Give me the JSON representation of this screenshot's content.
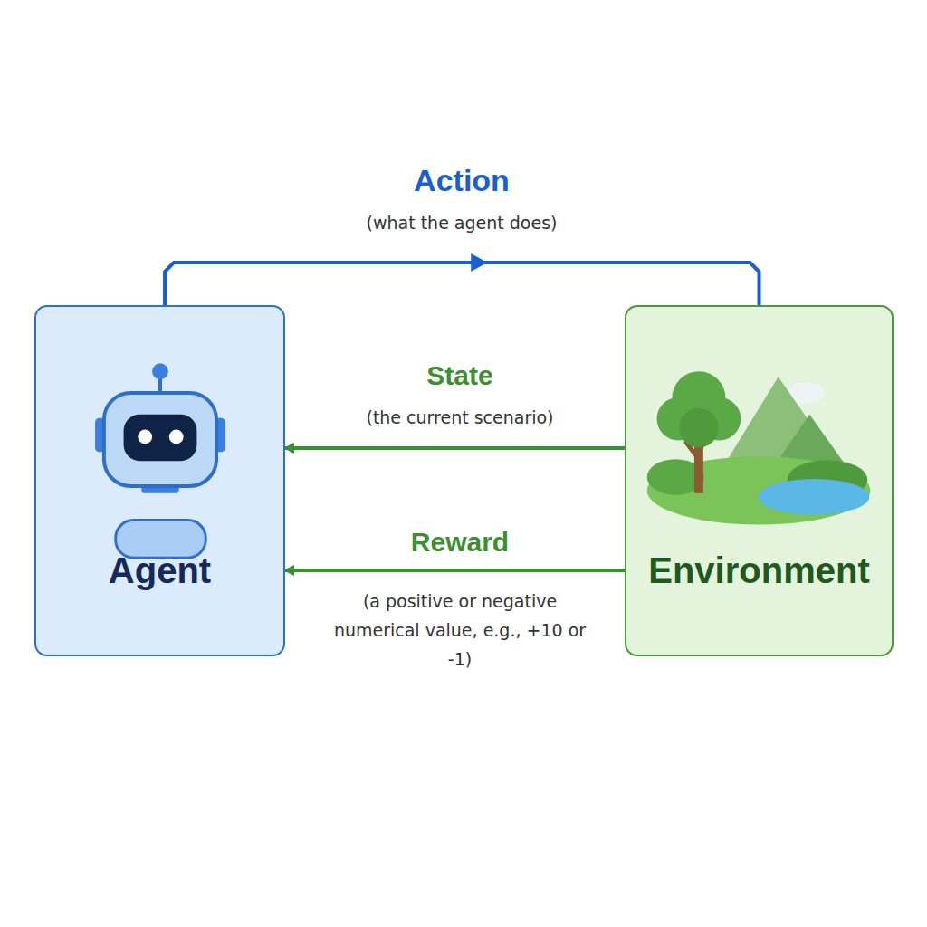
{
  "diagram": {
    "nodes": [
      {
        "text": [
          "Agent"
        ]
      },
      {
        "text": [
          "Environment"
        ]
      }
    ],
    "edges": [
      {
        "from": 0,
        "to": 1,
        "arrow": "to",
        "label": "Action"
      },
      {
        "from": 1,
        "to": 0,
        "arrow": "to",
        "label": "State"
      },
      {
        "from": 1,
        "to": 0,
        "arrow": "to",
        "label": "Reward"
      }
    ],
    "labels": [
      "(what the agent does)",
      "(the current scenario)",
      "(a positive or negative numerical value, e.g., +10 or -1)"
    ]
  }
}
